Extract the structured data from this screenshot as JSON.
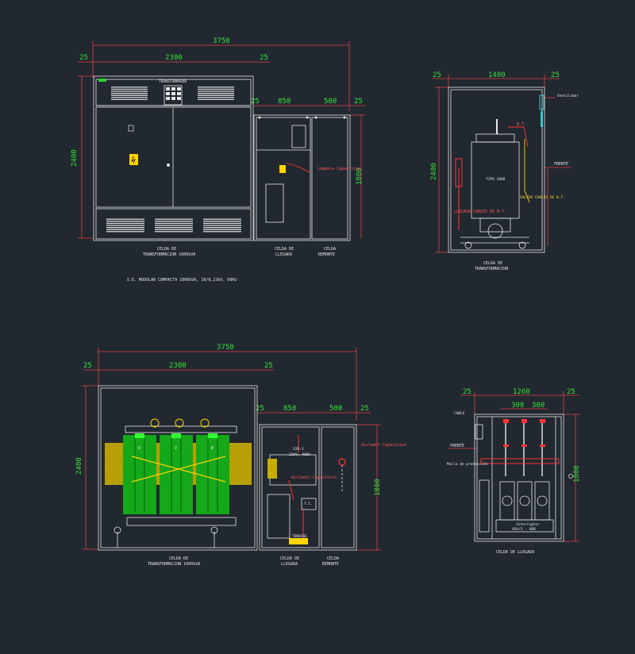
{
  "colors": {
    "background": "#212830",
    "outline": "#e6e6e6",
    "dimension": "#39e339",
    "dimension_line": "#e04040",
    "cable": "#ff3333",
    "transformer": "#19c11f",
    "highlight": "#ffd400",
    "cyan": "#33cccc"
  },
  "top_left": {
    "total_width": "3750",
    "left_gap": "25",
    "cell_width": "2300",
    "right_gap": "25",
    "gap_b": "25",
    "w_850": "850",
    "w_500": "500",
    "gap_c": "25",
    "height": "2400",
    "height_small": "1800",
    "label_transform_1": "CELDA DE",
    "label_transform_2": "TRANSFORMACION 1000kVA",
    "label_llegada_1": "CELDA DE",
    "label_llegada_2": "LLEGADA",
    "label_remonte_1": "CELDA",
    "label_remonte_2": "REMONTE",
    "caption": "S.E. MODULAR COMPACTA 1000kVA, 10/0,23kV, 60Hz",
    "lamp_label": "Lámpara Capacitiva",
    "plate_label": "TRANSFORMADOR"
  },
  "top_right": {
    "left_gap": "25",
    "width": "1400",
    "right_gap": "25",
    "height": "2400",
    "ventilador": "Ventilador",
    "frente": "FRENTE",
    "bt": "B.T.",
    "tipo": "TIPO 1000",
    "entrada": "LLEGADA CABLES DE M.T.",
    "salida": "SALIDA CABLES DE B.T.",
    "label_1": "CELDA DE",
    "label_2": "TRANSFORMACION"
  },
  "bottom_left": {
    "total_width": "3750",
    "left_gap": "25",
    "cell_width": "2300",
    "right_gap": "25",
    "gap_b": "25",
    "w_850": "850",
    "w_500": "500",
    "gap_c": "25",
    "height": "2400",
    "height_small": "1800",
    "coil_u": "U",
    "coil_v": "V",
    "coil_w": "W",
    "fuse_label_1": "SIP-3",
    "fuse_label_2": "12kV, 400A",
    "ta_label": "T.C.",
    "tie_label": "TORNIDE",
    "aislador_label": "Aislador Capacitivo",
    "aislador_label_2": "Aislador Capacitivo",
    "label_transform_1": "CELDA DE",
    "label_transform_2": "TRANSFORMACION 1000kVA",
    "label_llegada_1": "CELDA DE",
    "label_llegada_2": "LLEGADA",
    "label_remonte_1": "CELDA",
    "label_remonte_2": "REMONTE"
  },
  "bottom_right": {
    "left_gap": "25",
    "width": "1260",
    "right_gap": "25",
    "sep_1": "300",
    "sep_2": "300",
    "height": "1800",
    "cable": "CABLE",
    "frente": "FRENTE",
    "malla": "Malla de protección",
    "fuse_model": "Interruptor",
    "fuse_model_2": "VD4/S - ABB",
    "label_1": "CELDA DE LLEGADA"
  }
}
